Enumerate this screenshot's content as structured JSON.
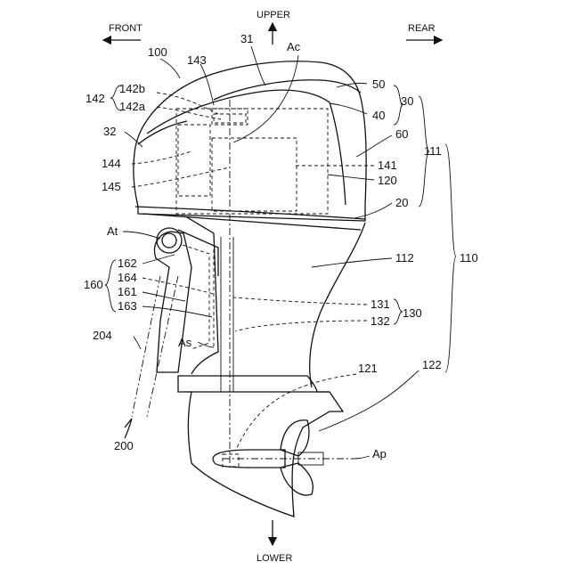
{
  "directions": {
    "front": "FRONT",
    "upper": "UPPER",
    "rear": "REAR",
    "lower": "LOWER"
  },
  "labels": {
    "l100": "100",
    "l31": "31",
    "lAc": "Ac",
    "l143": "143",
    "l50": "50",
    "l30": "30",
    "l142": "142",
    "l142b": "142b",
    "l142a": "142a",
    "l40": "40",
    "l32": "32",
    "l60": "60",
    "l111": "111",
    "l144": "144",
    "l141": "141",
    "l120": "120",
    "l145": "145",
    "l20": "20",
    "lAt": "At",
    "l112": "112",
    "l110": "110",
    "l162": "162",
    "l164": "164",
    "l160": "160",
    "l161": "161",
    "l163": "163",
    "l131": "131",
    "l130": "130",
    "l132": "132",
    "l204": "204",
    "lAs": "As",
    "l121": "121",
    "l122": "122",
    "l200": "200",
    "lAp": "Ap"
  }
}
